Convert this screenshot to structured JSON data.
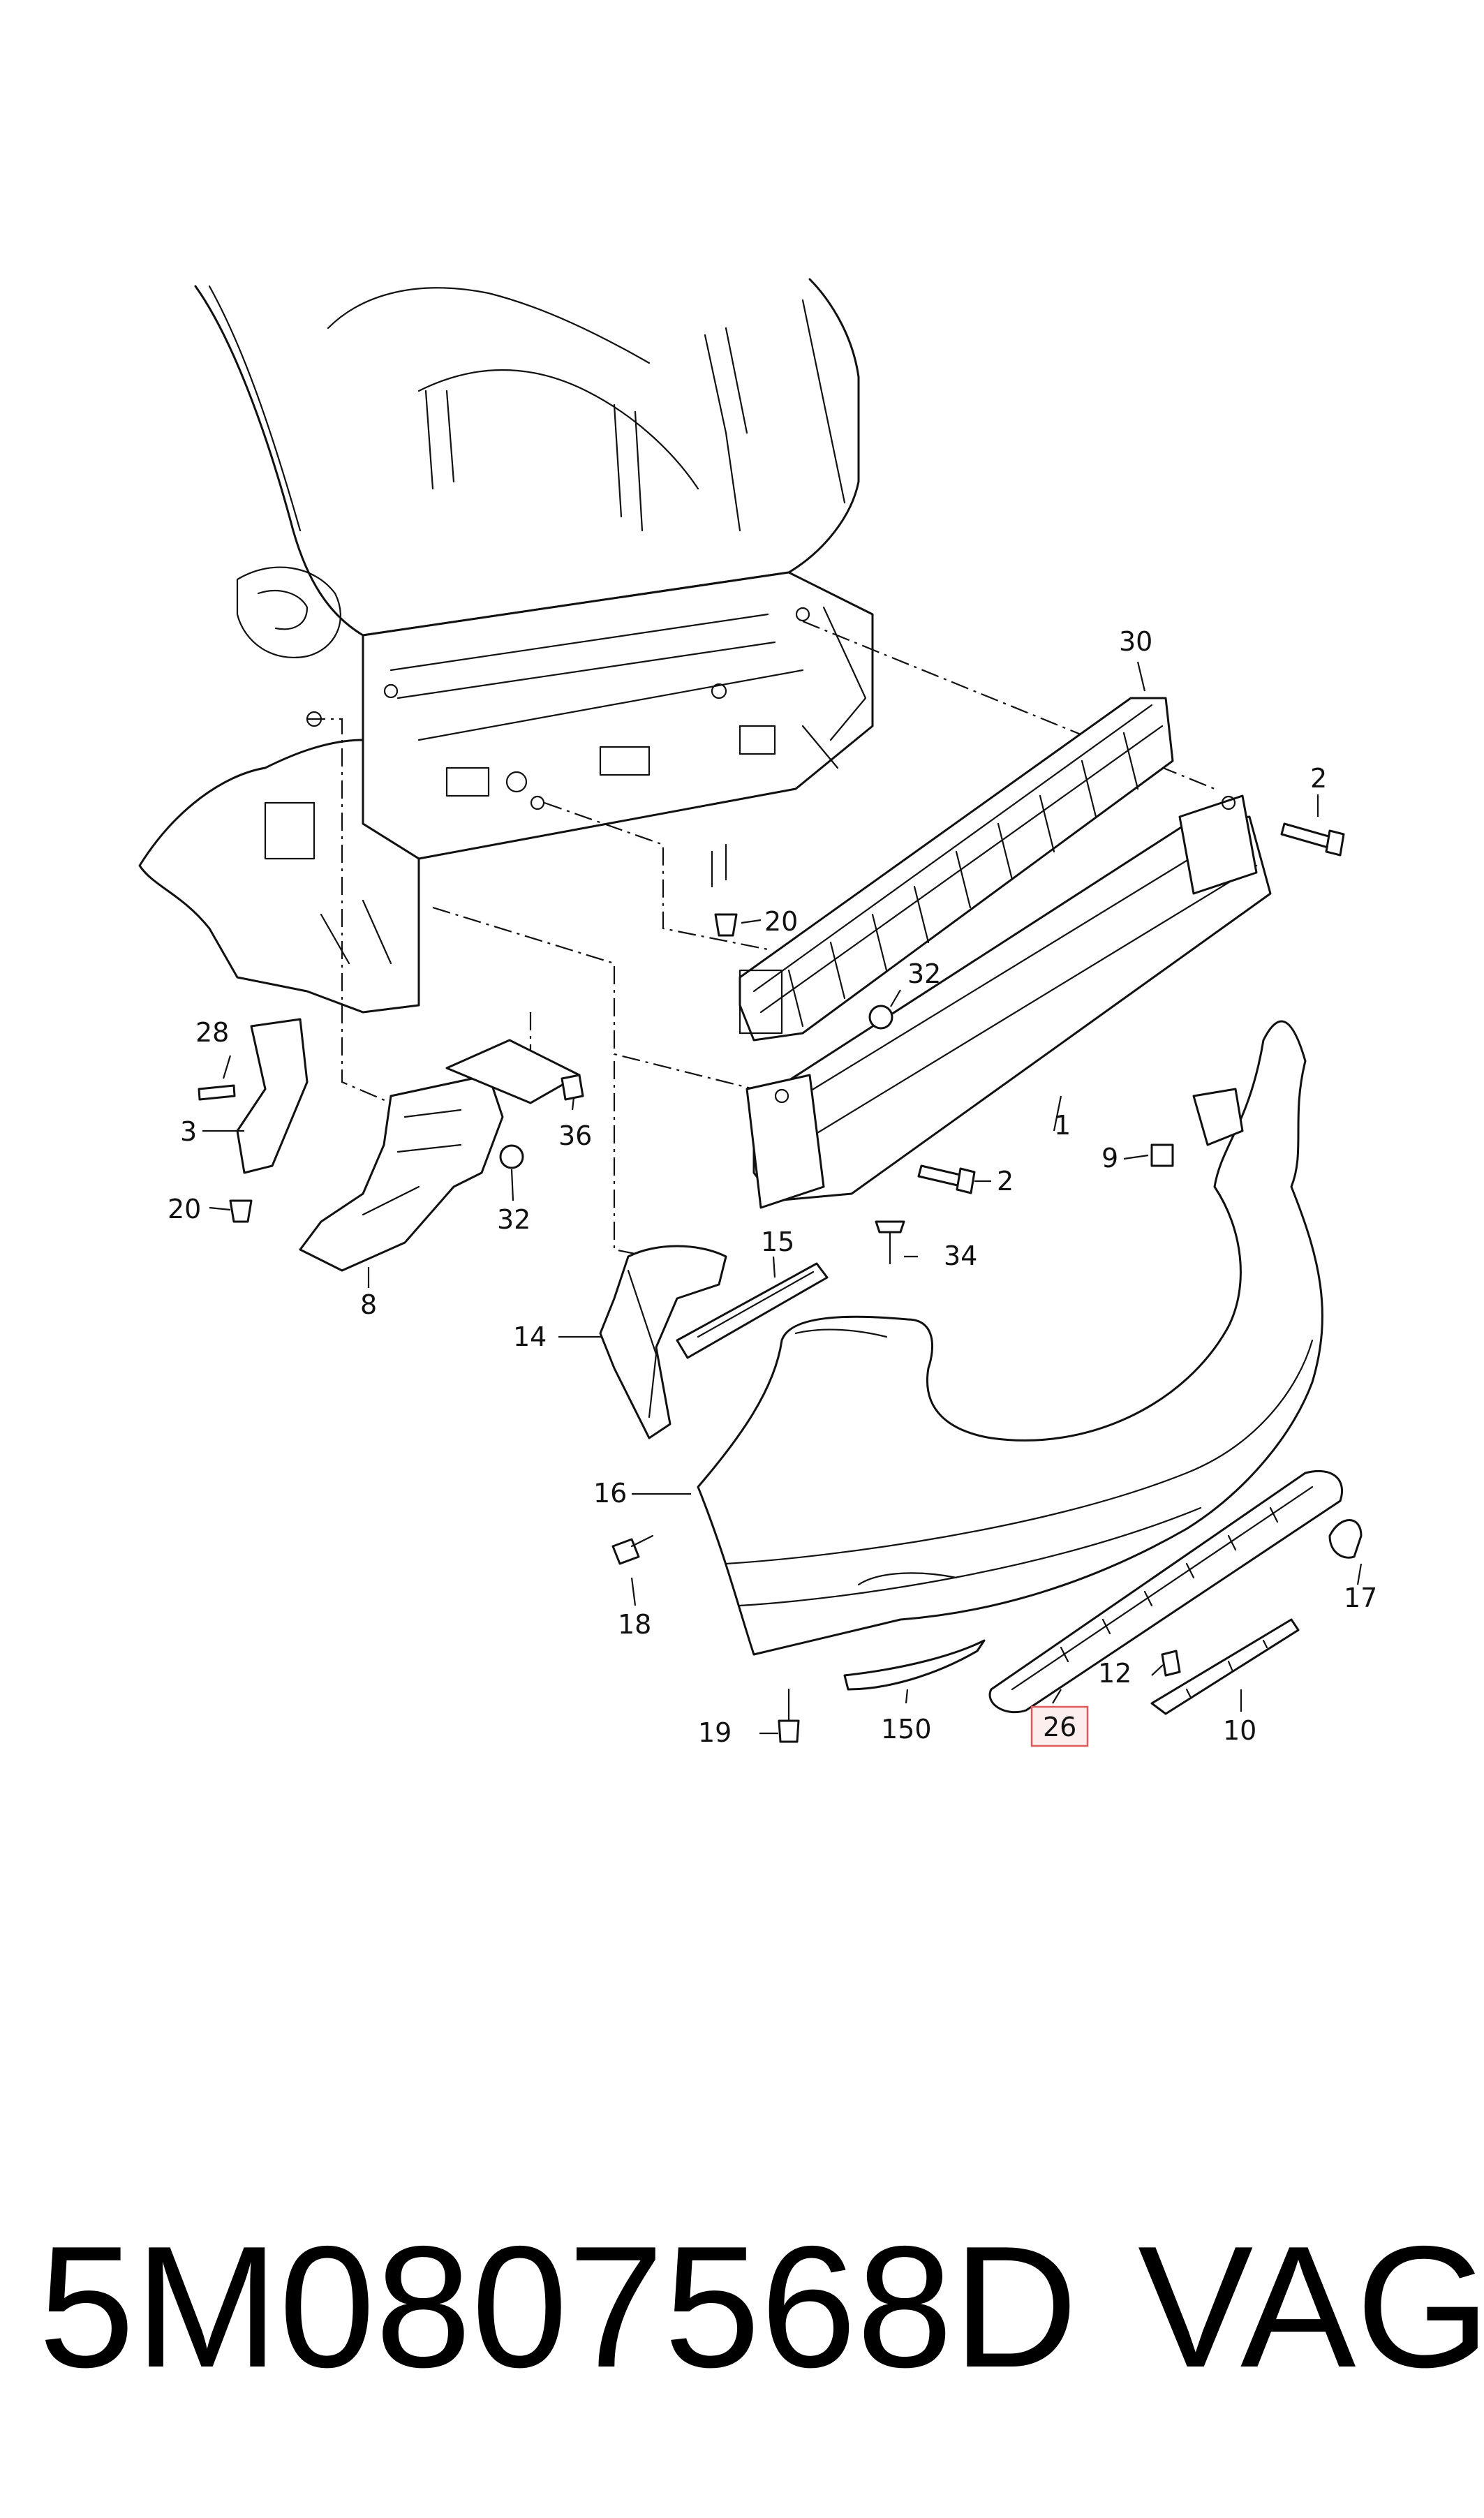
{
  "diagram": {
    "callouts": {
      "c30": "30",
      "c2a": "2",
      "c20a": "20",
      "c32a": "32",
      "c28": "28",
      "c3": "3",
      "c20b": "20",
      "c36": "36",
      "c32b": "32",
      "c8": "8",
      "c1": "1",
      "c9": "9",
      "c2b": "2",
      "c15": "15",
      "c34": "34",
      "c14": "14",
      "c16": "16",
      "c17": "17",
      "c18": "18",
      "c12": "12",
      "c19": "19",
      "c150": "150",
      "c26": "26",
      "c10": "10"
    },
    "highlighted_callout": "26",
    "highlight_color": "#e05a5a",
    "highlight_fill": "#fdeeee",
    "line_color": "#111111"
  },
  "caption": {
    "part_number": "5M0807568D",
    "brand": "VAG"
  }
}
